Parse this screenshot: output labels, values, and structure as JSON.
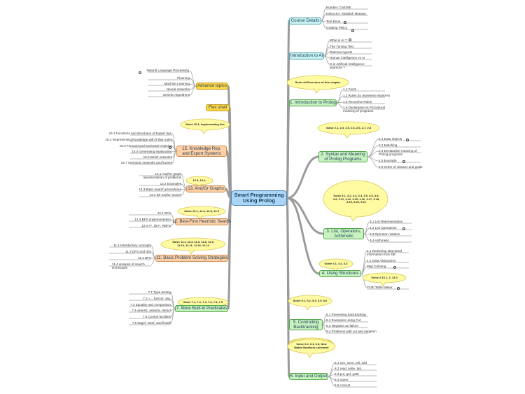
{
  "central": "Smart Programming Using Prolog",
  "right_branches": [
    {
      "id": "r1",
      "label": "Course Details",
      "style": "cyan",
      "leaves": [
        "Number: CsE455",
        "Instructor: Abdullah Mutawa",
        "Text Book",
        "Grading Policy"
      ]
    },
    {
      "id": "r2",
      "label": "Introduction to AI",
      "style": "cyan",
      "leaves": [
        "What is AI ?",
        "The Turning Test",
        "Rational Agents",
        "Human intelligence vs AI",
        "Is is Artificial Intelligence anymore ?"
      ]
    },
    {
      "id": "r3",
      "label": "1. Introduction to Prolog",
      "style": "green",
      "callout": "Solve all Exercises of this chapter",
      "leaves": [
        "1.1 Facts",
        "1.2 Rules (to represent relations)",
        "1.3 Recursive Rules",
        "1.6 Declarative vs Procedural meaning of programs"
      ]
    },
    {
      "id": "r4",
      "label": "2. Syntax and Meaning of Prolog Programs",
      "style": "green",
      "callout": "Solve 2.1, 2.3, 2.5, 2.6, 2.6, 2.7, 2.8",
      "leaves": [
        "2.1 Data objects",
        "2.2 Matching",
        "2.3 Declarative meaning of Prolog programs",
        "2.5 Example",
        "2.6 Order of clauses and goals"
      ]
    },
    {
      "id": "r5",
      "label": "3. List, Operators, Arithmetic",
      "style": "green",
      "callout": "Solve 3.1, 3.2, 3.3, 3.4, 3.5, 3.6, 3.8, 3.9, 3.11, 3.12, 3.15, 3.16, 3.17, 3.18, 3.19, 3.20, 3.21",
      "leaves": [
        "3.1 List Representation",
        "3.2 List Operations",
        "3.3 Operator notation",
        "3.4 Arithmetic"
      ]
    },
    {
      "id": "r6",
      "label": "4. Using Structures",
      "style": "green",
      "callout": "Solve 4.1, 4.2, 4.3",
      "callout2": "Solve 2.13 1, 2, 13.2",
      "leaves": [
        "4.1 Retrieving structured information from DB",
        "4.2 Data Abstraction",
        "Map Coloring",
        "Truth Table Maker"
      ]
    },
    {
      "id": "r7",
      "label": "5. Controlling Backtracking",
      "style": "green",
      "callout": "Solve 5.1, 5.2, 5.3, 5.5, 5.6",
      "leaves": [
        "5.1 Preventing backtracking",
        "5.2 Examples Using Cut",
        "5.3 Negation as failure",
        "5.4 Problems with cut and negation"
      ]
    },
    {
      "id": "r8",
      "label": "6. Input and Output",
      "style": "green",
      "callout": "Solve 6.2, 6.4, 6.5, New Matrix Numbers converter",
      "leaves": [
        "6.1 see, seen, tell, told",
        "6.2 read, write, tab",
        "6.3 put, get, get0",
        "6.4 name",
        "6.5 consult"
      ]
    }
  ],
  "left_branches": [
    {
      "id": "l1",
      "label": "Advance topics",
      "style": "yellow",
      "leaves": [
        "Natural Language Processing",
        "Planning",
        "Machine Learning",
        "Neural networks",
        "Genetic Algorithms"
      ]
    },
    {
      "id": "l2",
      "label": "Flex shell",
      "style": "yellow",
      "leaves": []
    },
    {
      "id": "l3",
      "label": "15. Knowledge Rep. and Export Systems",
      "style": "orange",
      "callout": "Solve 15.1, implementing flex",
      "leaves": [
        "15.1 Functions and structures of Expert Sys.",
        "15.2 Representing knowledge with if-then rules",
        "15.3 Forward and backward chaining",
        "15.4 Generating explanation",
        "15.6 Belief networks",
        "15.7 Semantic networks and frames"
      ]
    },
    {
      "id": "l4",
      "label": "13. And/Or Graphs",
      "style": "orange",
      "callout": "13.3, 13.4,",
      "leaves": [
        "13.1 And/Or graph representation of problems",
        "13.2 Examples",
        "13.3 Basic search procedures",
        "13.4 BF and/or search"
      ]
    },
    {
      "id": "l5",
      "label": "12. Best-First Heuristic Search",
      "style": "orange",
      "callout": "Solve 12.1, 12.4, 12.5, 12.9",
      "leaves": [
        "12.1 BFS",
        "12.3 BFS implementation",
        "12.4 A*, IDA*, RBFS"
      ]
    },
    {
      "id": "l6",
      "label": "11. Basic Problem Solving Strategies",
      "style": "orange",
      "callout": "Solve 11.1, 11.3, 11.5, 11.8, 11.9, 11.10, 11.11, 11.13, 11.14",
      "leaves": [
        "11.1 Introductory concepts",
        "11.2 DFS and IDS",
        "11.3 BFS",
        "11.4 analysis of search techniques"
      ]
    },
    {
      "id": "l7",
      "label": "7. More Built-in Predicates",
      "style": "green",
      "callout": "Solve 7.1, 7.2, 7.4, 7.6, 7.8, 7.9",
      "leaves": [
        "7.1 Type testing",
        "7.2 =.., functor, arg,",
        "7.3 Equality and comparison",
        "7.4 assertz, asserta, retract",
        "7.5 Control facilities",
        "7.6 bagof, setof, and findall"
      ]
    }
  ]
}
